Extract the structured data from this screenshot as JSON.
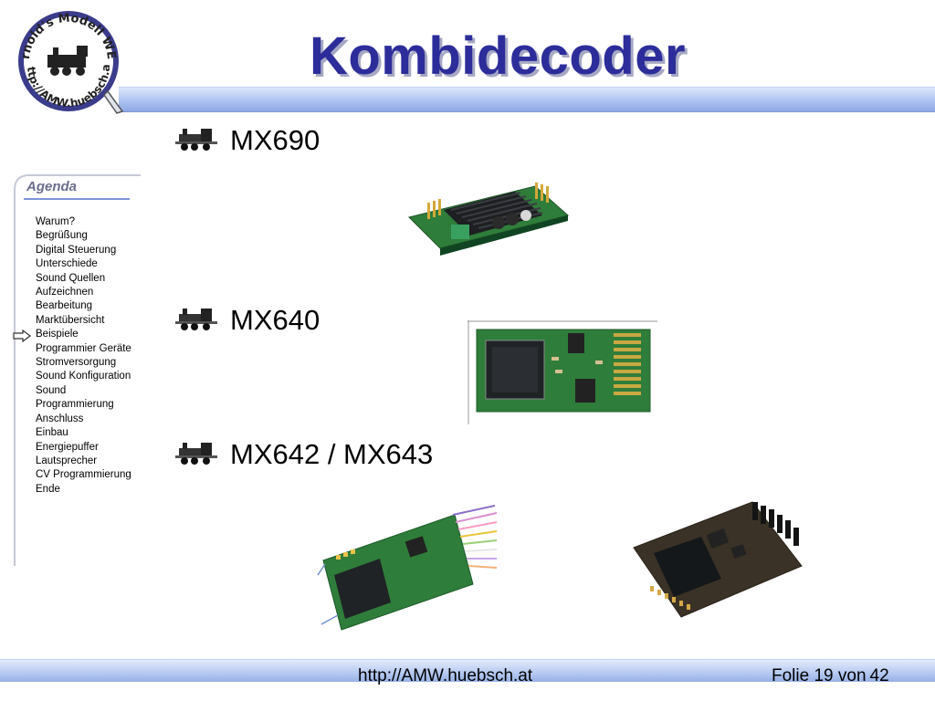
{
  "logo": {
    "text": "Arnold's Modell WEB",
    "url_text": "http://AMW.huebsch.at",
    "icon": "steam-locomotive-icon"
  },
  "title": "Kombidecoder",
  "agenda": {
    "title": "Agenda",
    "current_index": 8,
    "items": [
      "Warum?",
      "Begrüßung",
      "Digital Steuerung",
      "Unterschiede",
      "Sound Quellen",
      "Aufzeichnen",
      "Bearbeitung",
      "Marktübersicht",
      "Beispiele",
      "Programmier Geräte",
      "Stromversorgung",
      "Sound Konfiguration",
      "Sound",
      "Programmierung",
      "Anschluss",
      "Einbau",
      "Energiepuffer",
      "Lautsprecher",
      "CV Programmierung",
      "Ende"
    ]
  },
  "bullets": [
    {
      "label": "MX690",
      "icon": "locomotive-icon"
    },
    {
      "label": "MX640",
      "icon": "locomotive-icon"
    },
    {
      "label": "MX642 / MX643",
      "icon": "locomotive-icon"
    }
  ],
  "footer": {
    "url": "http://AMW.huebsch.at",
    "folio_label": "Folie 19 von",
    "total": "42"
  },
  "colors": {
    "title": "#2c2d9a",
    "band": "#a9c0f0",
    "pcb_green": "#2f7d3a",
    "chip": "#1f2326"
  }
}
